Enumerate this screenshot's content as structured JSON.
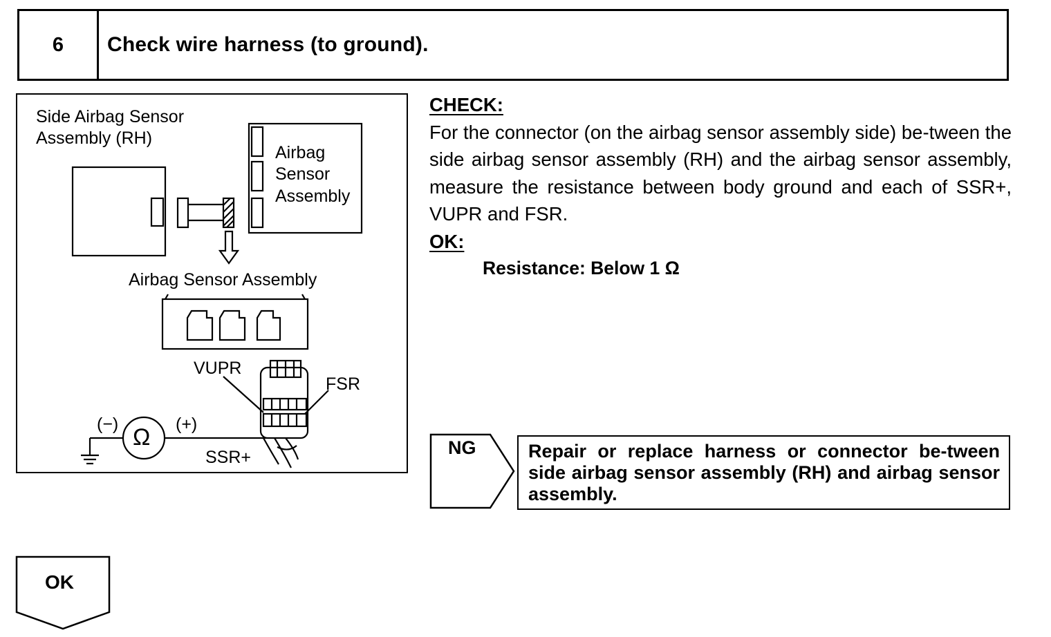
{
  "step": {
    "number": "6",
    "title": "Check wire harness (to ground)."
  },
  "diagram": {
    "side_sensor_label_line1": "Side Airbag Sensor",
    "side_sensor_label_line2": "Assembly (RH)",
    "sensor_box_line1": "Airbag",
    "sensor_box_line2": "Sensor",
    "sensor_box_line3": "Assembly",
    "connector_label": "Airbag Sensor Assembly",
    "terminal_vupr": "VUPR",
    "terminal_fsr": "FSR",
    "terminal_ssr": "SSR+",
    "meter_negative": "(−)",
    "meter_positive": "(+)",
    "meter_symbol": "Ω"
  },
  "check": {
    "heading": "CHECK:",
    "body": "For the connector (on the airbag sensor assembly side) be-tween the side airbag sensor assembly (RH) and the airbag sensor assembly, measure the resistance between body ground and each of SSR+, VUPR and FSR.",
    "ok_heading": "OK:",
    "ok_spec": "Resistance: Below 1 Ω"
  },
  "ng": {
    "label": "NG",
    "action": "Repair or replace harness or connector be-tween side airbag sensor assembly (RH) and airbag sensor assembly."
  },
  "ok": {
    "label": "OK"
  }
}
